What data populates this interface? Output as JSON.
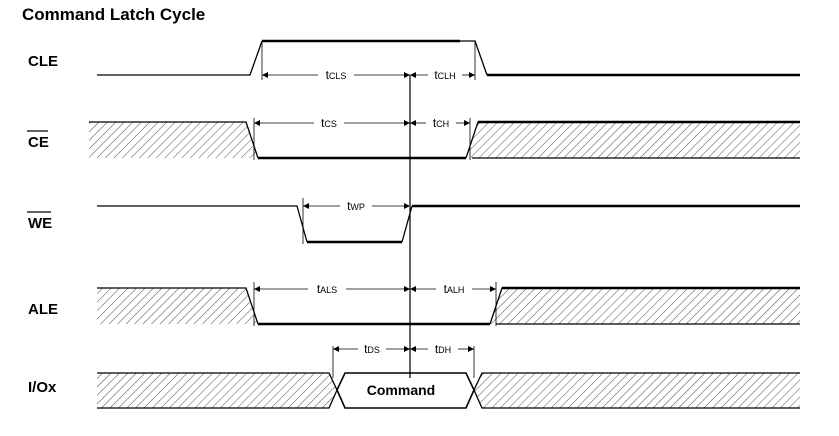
{
  "title": "Command Latch Cycle",
  "signals": {
    "cle": "CLE",
    "ce": "CE",
    "we": "WE",
    "ale": "ALE",
    "io": "I/Ox"
  },
  "timing": {
    "tCLS": {
      "t": "t",
      "sub": "CLS"
    },
    "tCLH": {
      "t": "t",
      "sub": "CLH"
    },
    "tCS": {
      "t": "t",
      "sub": "CS"
    },
    "tCH": {
      "t": "t",
      "sub": "CH"
    },
    "tWP": {
      "t": "t",
      "sub": "WP"
    },
    "tALS": {
      "t": "t",
      "sub": "ALS"
    },
    "tALH": {
      "t": "t",
      "sub": "ALH"
    },
    "tDS": {
      "t": "t",
      "sub": "DS"
    },
    "tDH": {
      "t": "t",
      "sub": "DH"
    }
  },
  "io_value": "Command"
}
